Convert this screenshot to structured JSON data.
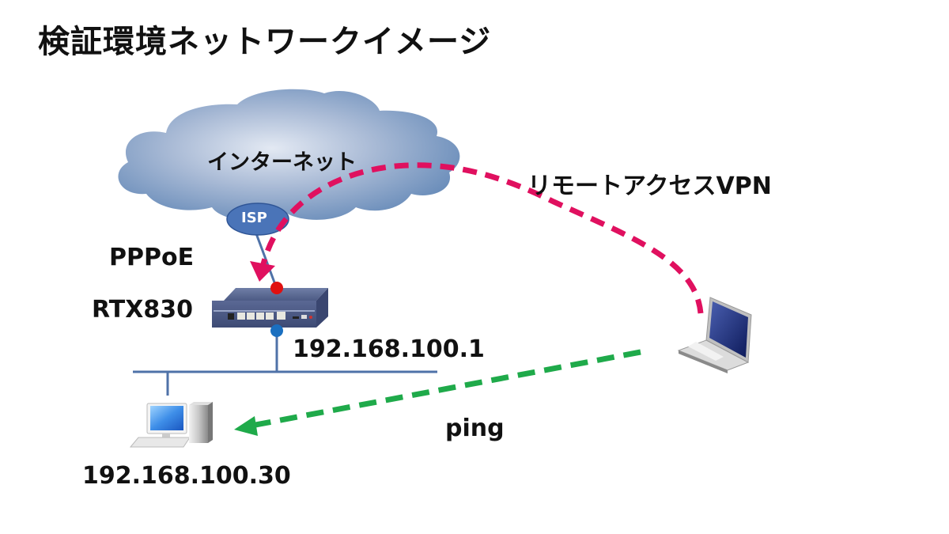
{
  "title": "検証環境ネットワークイメージ",
  "cloud": {
    "label": "インターネット",
    "isp_label": "ISP"
  },
  "router": {
    "model": "RTX830",
    "wan_protocol": "PPPoE",
    "lan_ip": "192.168.100.1"
  },
  "host": {
    "ip": "192.168.100.30"
  },
  "connections": {
    "vpn_label": "リモートアクセスVPN",
    "ping_label": "ping"
  },
  "colors": {
    "cloud": "#6b8fbf",
    "isp": "#4a74b8",
    "lan_line": "#4f72a8",
    "vpn_path": "#e0105f",
    "ping_path": "#1faa4a",
    "wan_port_dot": "#e01010",
    "lan_port_dot": "#1a6fc0"
  }
}
